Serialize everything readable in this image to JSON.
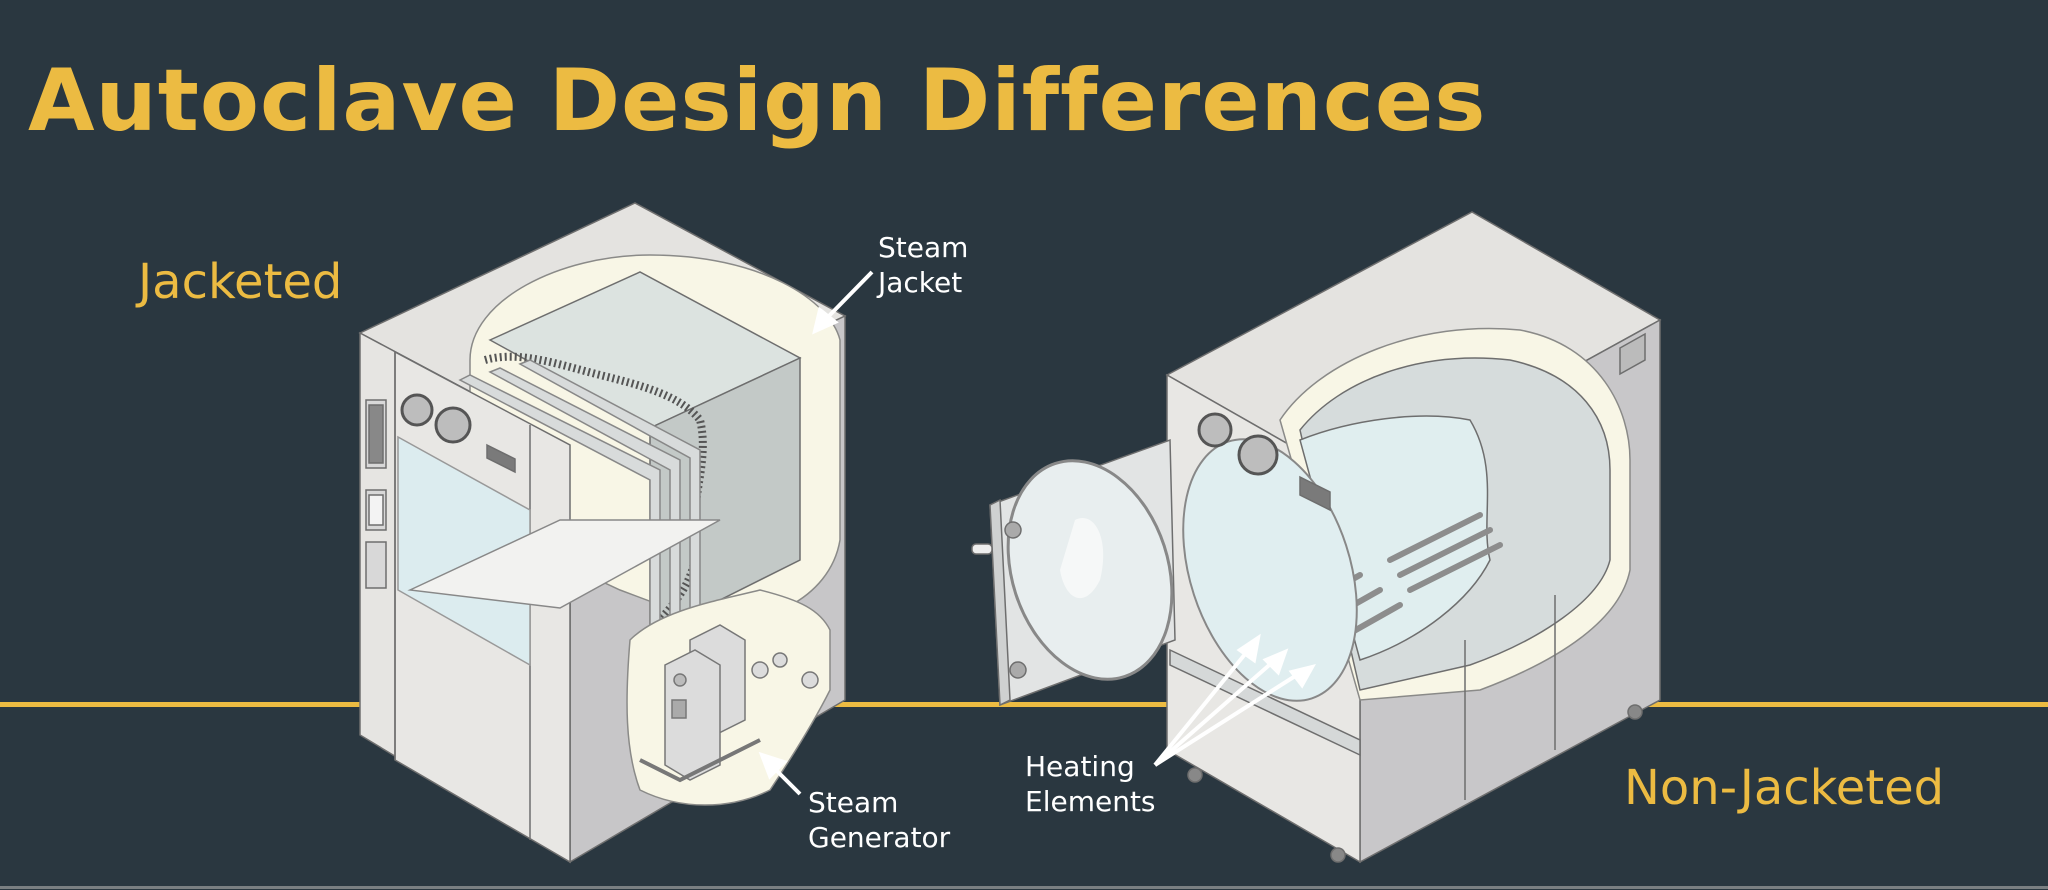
{
  "slide": {
    "title": "Autoclave Design Differences",
    "colors": {
      "background": "#2a3740",
      "accent": "#ecbb42",
      "callout_text": "#ffffff",
      "divider": "#ecbb42"
    }
  },
  "sections": {
    "jacketed": {
      "label": "Jacketed",
      "callouts": {
        "steam_jacket": {
          "line1": "Steam",
          "line2": "Jacket"
        },
        "steam_generator": {
          "line1": "Steam",
          "line2": "Generator"
        }
      }
    },
    "non_jacketed": {
      "label": "Non-Jacketed",
      "callouts": {
        "heating_elements": {
          "line1": "Heating",
          "line2": "Elements"
        }
      }
    }
  }
}
